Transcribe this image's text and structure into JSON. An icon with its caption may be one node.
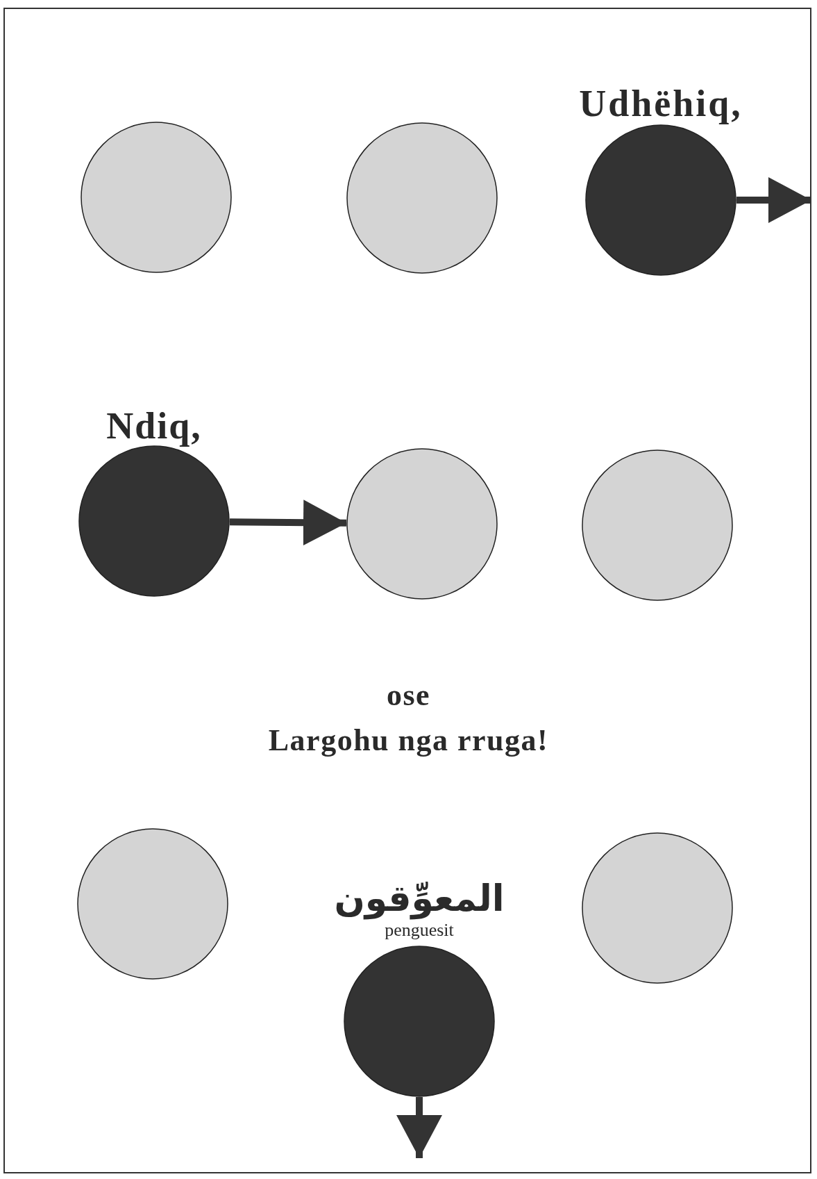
{
  "diagram": {
    "nodes": [
      {
        "text": [],
        "shape": "circle"
      },
      {
        "text": [],
        "shape": "circle"
      },
      {
        "text": [
          "Udhëhiq,"
        ]
      },
      {
        "text": [
          "Ndiq,"
        ]
      },
      {
        "text": [],
        "shape": "circle"
      },
      {
        "text": [],
        "shape": "circle"
      },
      {
        "text": [],
        "shape": "circle"
      },
      {
        "text": [
          "المعوِّقون",
          "penguesit"
        ]
      },
      {
        "text": [],
        "shape": "circle"
      }
    ],
    "edges": [
      {
        "from": 2,
        "to": null,
        "arrow": "to"
      },
      {
        "from": 3,
        "to": 4,
        "arrow": "to"
      },
      {
        "from": 7,
        "to": null,
        "arrow": "to"
      }
    ],
    "labels": [
      "ose",
      "Largohu nga rruga!"
    ]
  }
}
